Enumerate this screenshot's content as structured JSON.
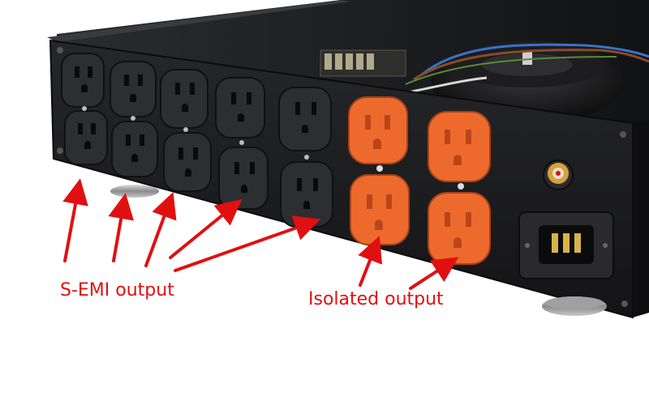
{
  "annotations": {
    "semi_label": "S-EMI output",
    "isolated_label": "Isolated output"
  },
  "colors": {
    "annotation": "#e11010",
    "chassis": "#1b1c1e",
    "outlet_black": "#26272a",
    "outlet_orange": "#ee6a2c",
    "background": "#ffffff"
  },
  "counts": {
    "black_outlet_columns": 5,
    "orange_outlet_columns": 2
  }
}
